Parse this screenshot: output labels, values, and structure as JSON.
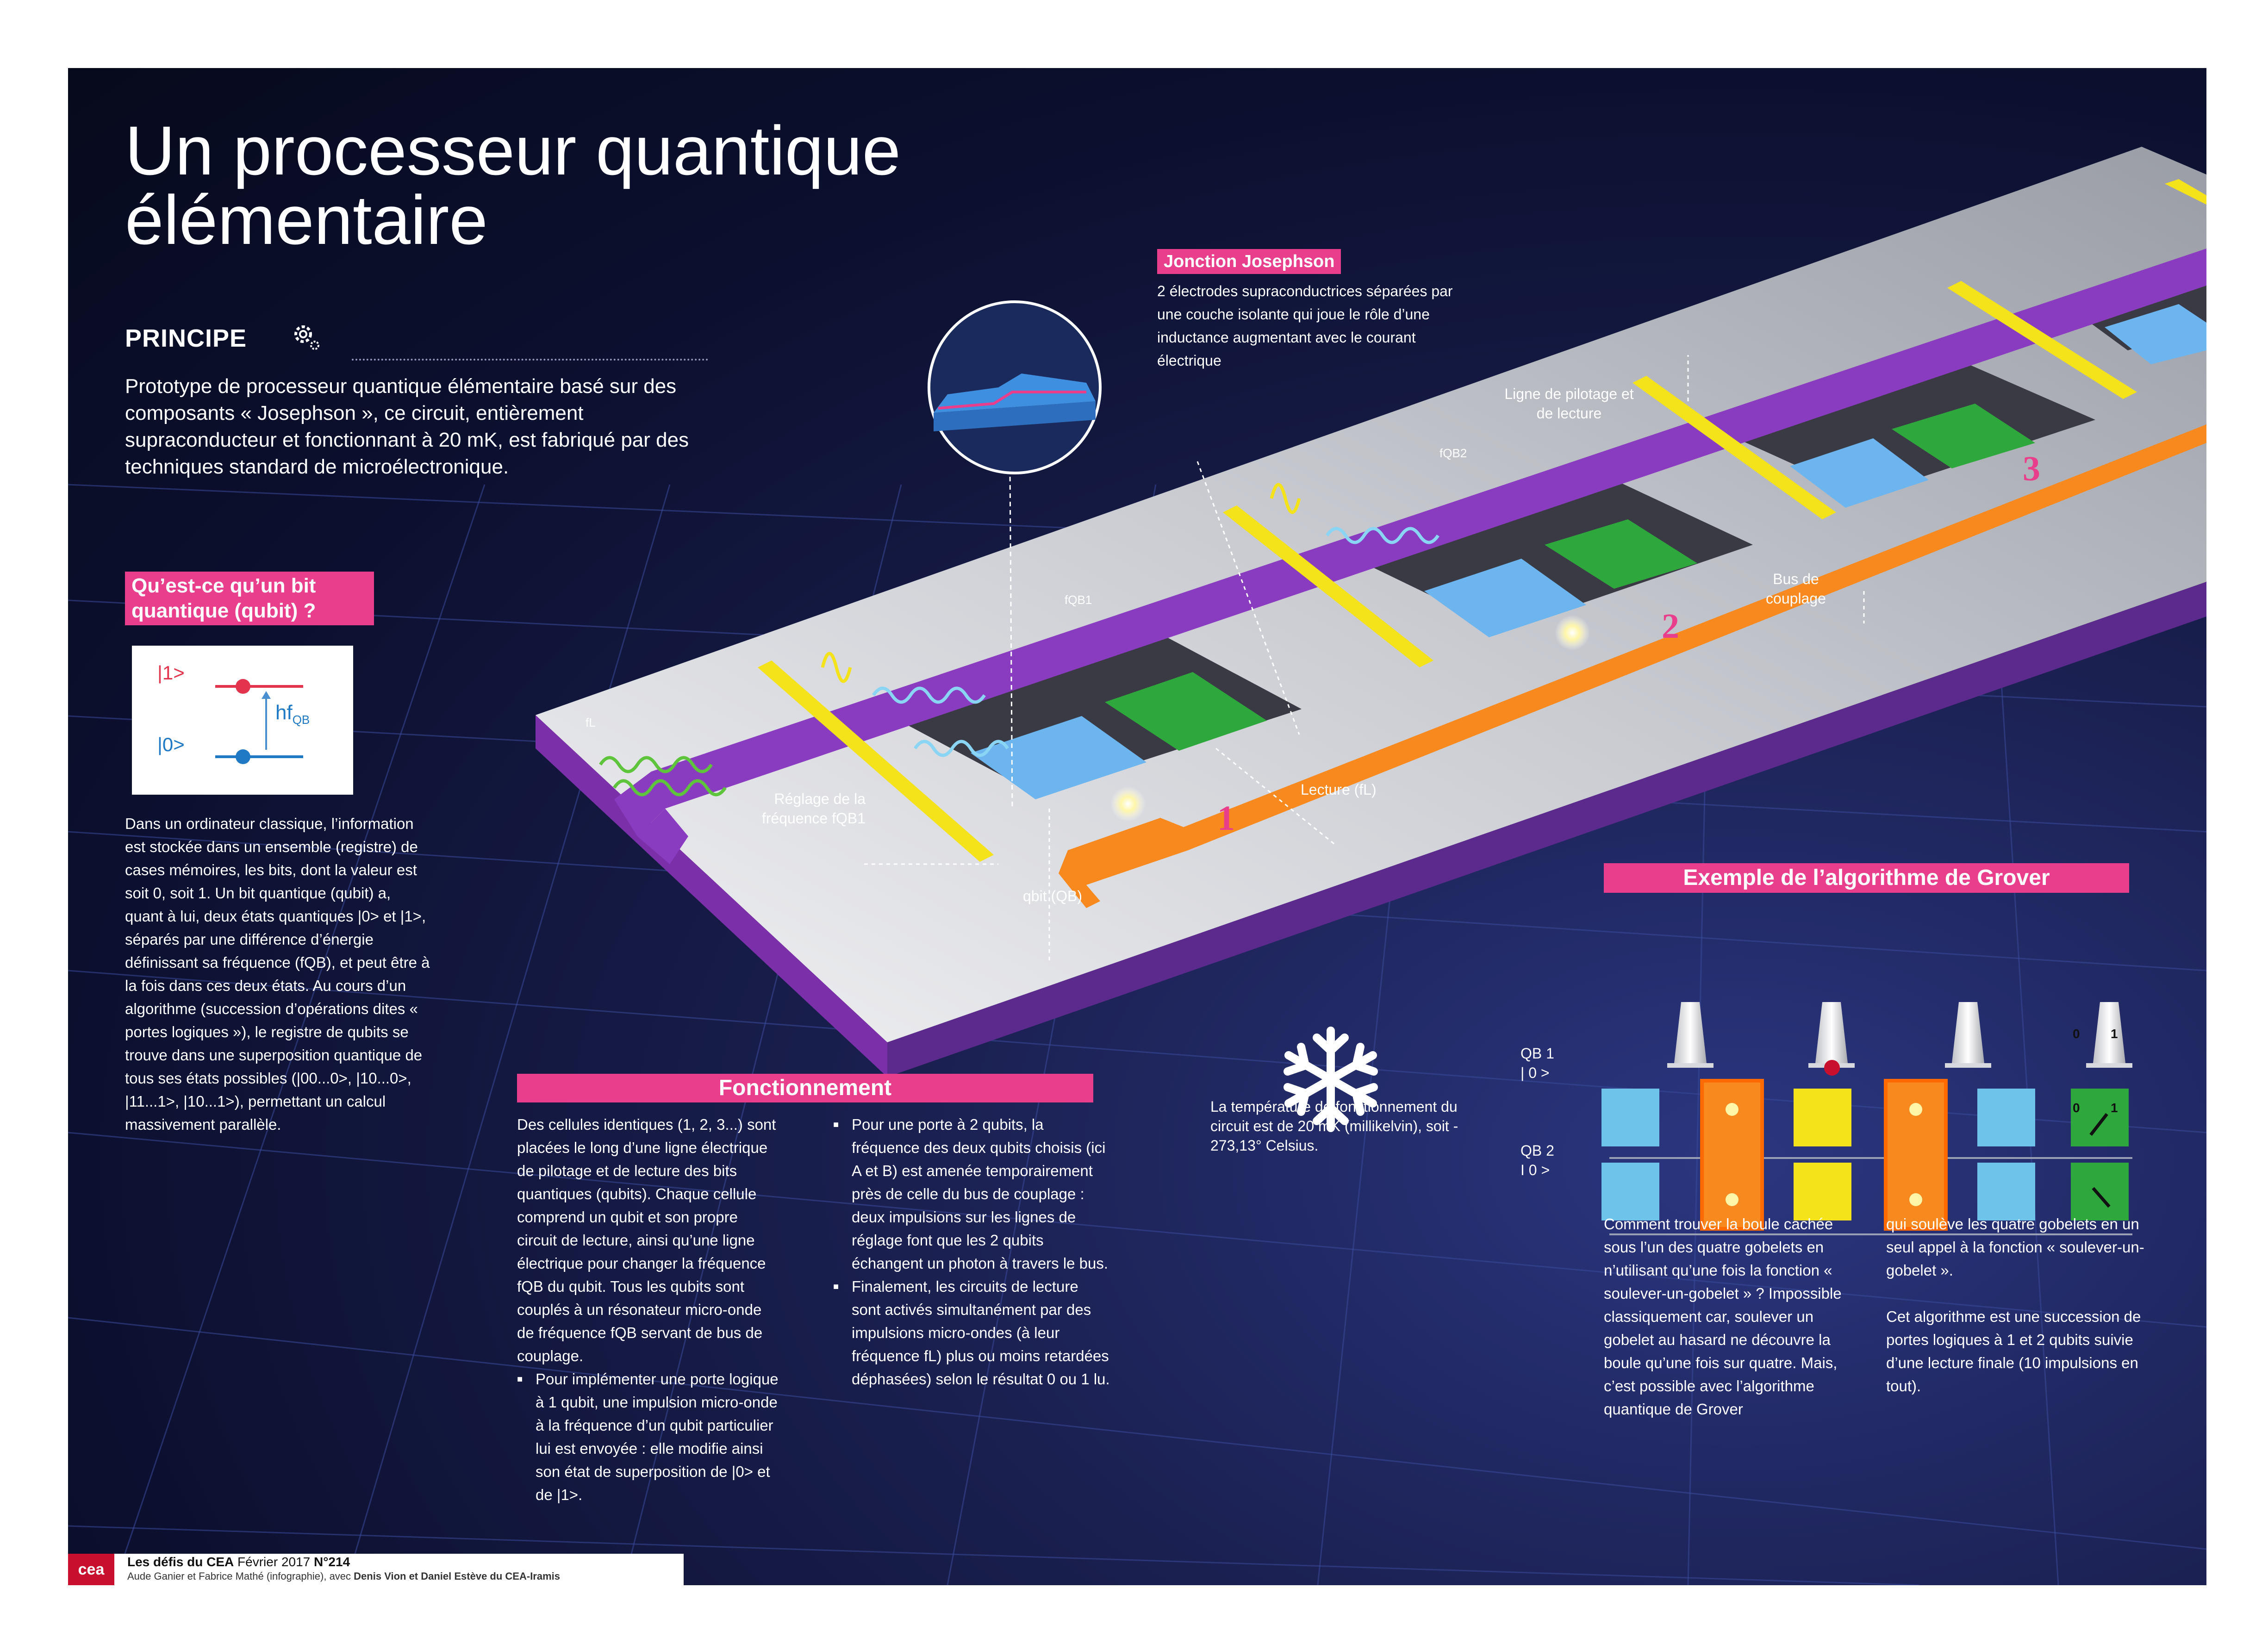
{
  "title_line1": "Un processeur quantique",
  "title_line2": "élémentaire",
  "principe": {
    "label": "PRINCIPE",
    "text": "Prototype de processeur quantique élémentaire basé sur des composants « Josephson », ce circuit, entièrement supraconducteur et fonctionnant à 20 mK, est fabriqué par des techniques standard de microélectronique."
  },
  "qubit": {
    "title": "Qu’est-ce qu’un bit quantique (qubit) ?",
    "state1": "|1>",
    "state0": "|0>",
    "hf": "hf",
    "hf_sub": "QB",
    "description": "Dans un ordinateur classique, l’information est stockée dans un ensemble (registre) de cases mémoires, les bits, dont la valeur est soit 0, soit 1. Un bit quantique (qubit) a, quant à lui, deux états quantiques |0> et |1>, séparés par une différence d’énergie définissant sa fréquence (fQB), et peut être à la fois dans ces deux états. Au cours d’un algorithme (succession d’opérations dites « portes logiques »), le registre de qubits se trouve dans une superposition quantique de tous ses états possibles (|00...0>, |10...0>, |11...1>, |10...1>), permettant un calcul massivement parallèle."
  },
  "jonction": {
    "tag": "Jonction Josephson",
    "text": "2 électrodes supraconductrices séparées par une couche isolante qui joue le rôle d’une inductance augmentant avec le courant électrique"
  },
  "diagram_labels": {
    "ligne": "Ligne de pilotage et de lecture",
    "bus": "Bus de couplage",
    "reglage": "Réglage de la fréquence fQB1",
    "lecture": "Lecture (fL)",
    "qbit": "qbit (QB)",
    "fqb1": "fQB1",
    "fqb2": "fQB2",
    "fl": "fL",
    "cell1": "1",
    "cell2": "2",
    "cell3": "3"
  },
  "temperature": {
    "text": "La température de fonctionnement du circuit est de 20 mK (millikelvin), soit - 273,13° Celsius."
  },
  "fonctionnement": {
    "title": "Fonctionnement",
    "col1_intro": "Des cellules identiques (1, 2, 3...) sont placées le long d’une ligne électrique de pilotage et de lecture des bits quantiques (qubits). Chaque cellule comprend un qubit et son propre circuit de lecture, ainsi qu’une ligne électrique pour changer la fréquence fQB du qubit. Tous les qubits sont couplés à un résonateur micro-onde de fréquence fQB servant de bus de couplage.",
    "col1_bullet": "Pour implémenter une porte logique à 1 qubit, une impulsion micro-onde à la fréquence d’un qubit particulier lui est envoyée : elle modifie ainsi son état de superposition de |0> et de |1>.",
    "col2_bullet1": "Pour une porte à 2 qubits, la fréquence des deux qubits choisis (ici A et B) est amenée temporairement près de celle du bus de couplage : deux impulsions sur les lignes de réglage font que les 2 qubits échangent un photon à travers le bus.",
    "col2_bullet2": "Finalement, les circuits de lecture sont activés simultanément par des impulsions micro-ondes (à leur fréquence fL) plus ou moins retardées déphasées) selon le résultat 0 ou 1 lu."
  },
  "grover": {
    "title": "Exemple de l’algorithme de Grover",
    "qb1": "QB 1",
    "qb1_state": "| 0 >",
    "qb2": "QB 2",
    "qb2_state": "I 0 >",
    "meter_0": "0",
    "meter_1": "1",
    "col1": "Comment trouver la boule cachée sous l’un des quatre gobelets en n’utilisant qu’une fois la fonction « soulever-un-gobelet » ? Impossible classiquement car, soulever un gobelet au hasard ne découvre la boule qu’une fois sur quatre. Mais, c’est possible avec l’algorithme quantique de Grover",
    "col2a": "qui soulève les quatre gobelets en un seul appel à la fonction « soulever-un-gobelet ».",
    "col2b": "Cet algorithme est une succession de portes logiques à 1 et 2 qubits suivie d’une lecture finale (10 impulsions en tout)."
  },
  "footer": {
    "logo": "cea",
    "pub": "Les défis du CEA",
    "date": "Février 2017",
    "num": "N°214",
    "credits": "Aude Ganier et Fabrice Mathé (infographie), avec",
    "credits_bold": "Denis Vion et Daniel Estève du CEA-Iramis"
  },
  "colors": {
    "pink": "#e83e8c",
    "purple": "#7b2fa8",
    "yellow": "#f4e21a",
    "orange": "#f7891f",
    "green": "#2ea83c",
    "blue": "#5aa9e6",
    "navy": "#0c1030"
  }
}
